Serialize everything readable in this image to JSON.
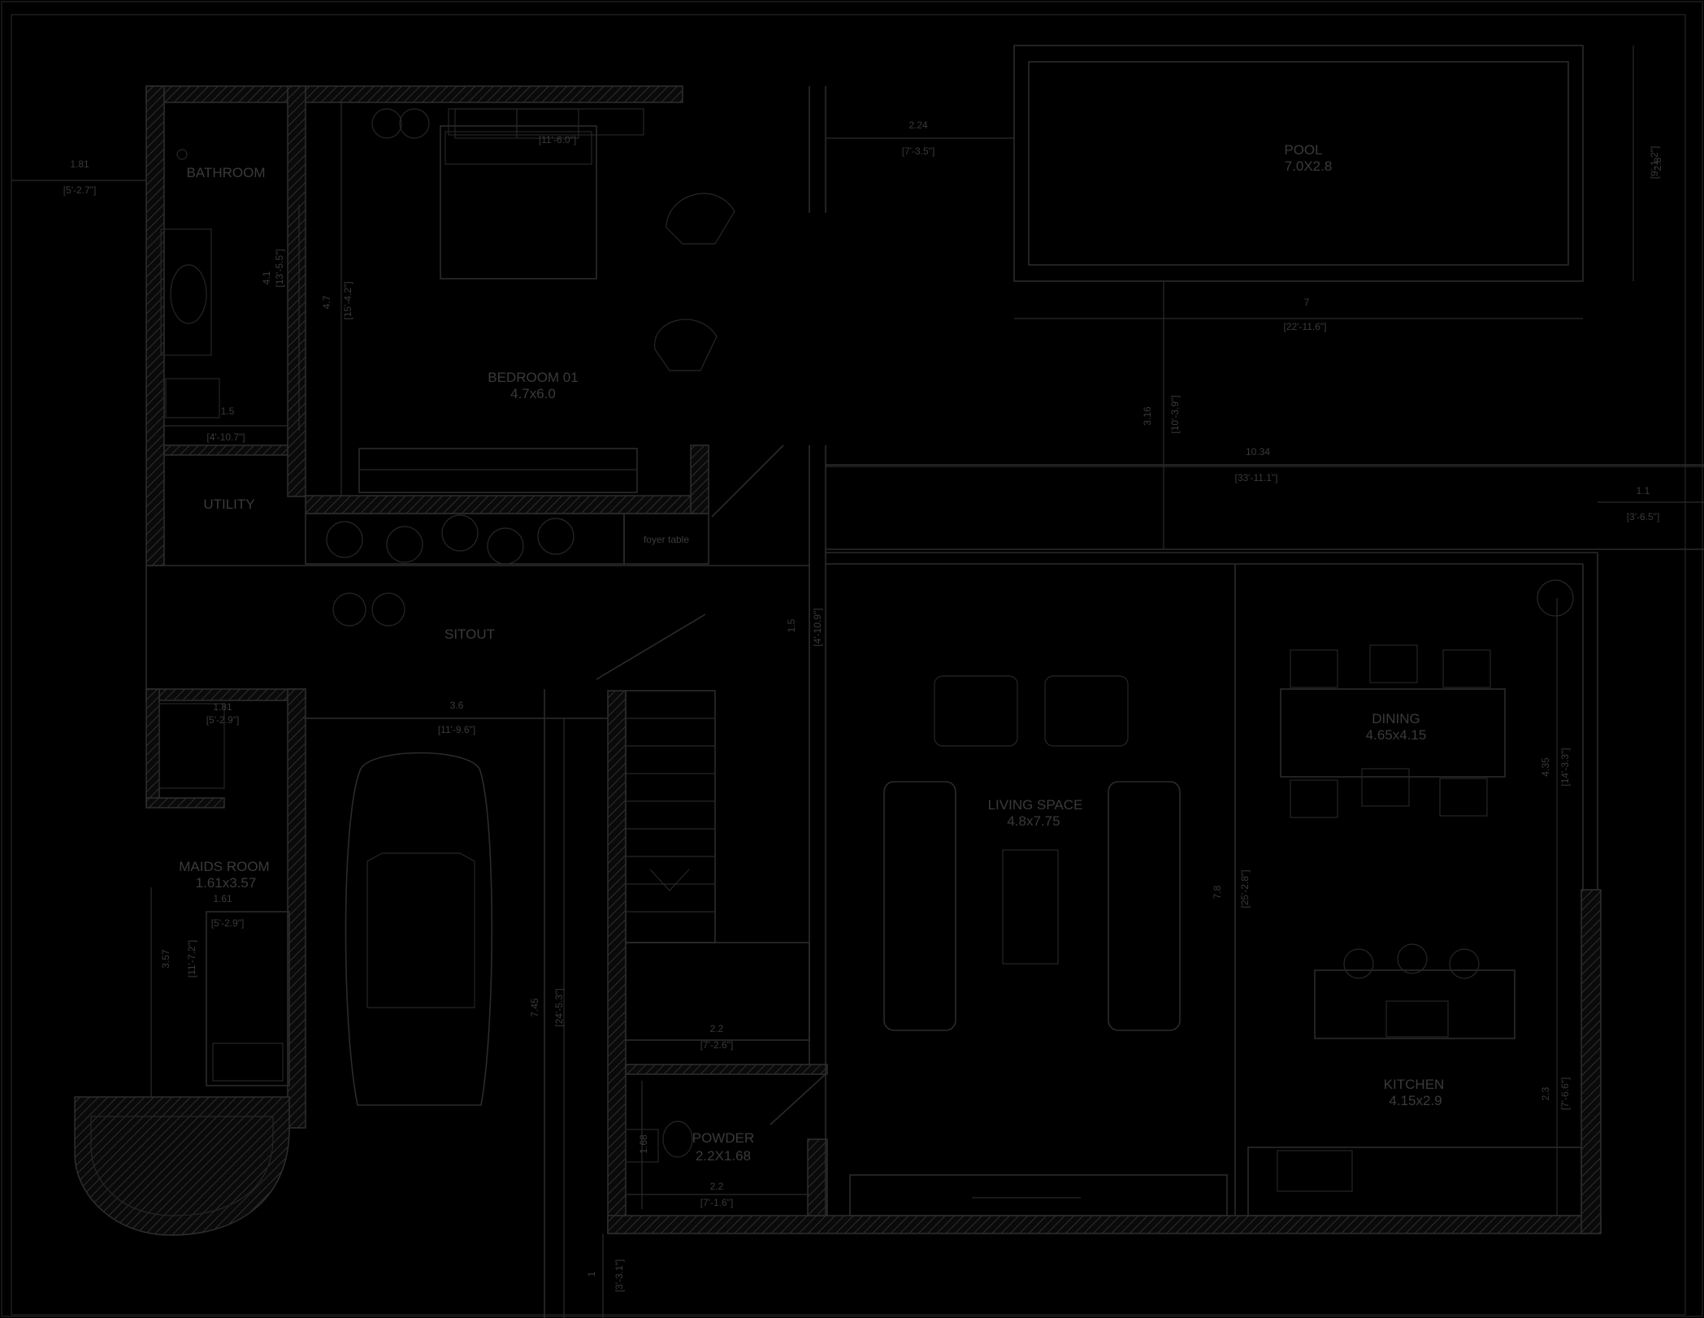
{
  "rooms": {
    "bathroom": "BATHROOM",
    "utility": "UTILITY",
    "bedroom": "BEDROOM 01",
    "bedroom_size": "4.7x6.0",
    "pool": "POOL",
    "pool_size": "7.0X2.8",
    "sitout": "SITOUT",
    "foyer": "foyer table",
    "maids": "MAIDS ROOM",
    "maids_size": "1.61x3.57",
    "maids_sub": "1.61",
    "living": "LIVING SPACE",
    "living_size": "4.8x7.75",
    "dining": "DINING",
    "dining_size": "4.65x4.15",
    "kitchen": "KITCHEN",
    "kitchen_size": "4.15x2.9",
    "powder": "POWDER",
    "powder_size": "2.2X1.68"
  },
  "dims": {
    "d_181": "1.81",
    "d_527": "[5'-2.7\"]",
    "d_224": "2.24",
    "d_735": "[7'-3.5\"]",
    "d_1164": "[11'-6.0\"]",
    "d_41": "4.1",
    "d_1356": "[13'-5.5\"]",
    "d_47": "4.7",
    "d_1542": "[15'-4.2\"]",
    "d_15": "1.5",
    "d_4107": "[4'-10.7\"]",
    "d_28": "2.8",
    "d_912": "[9'-1.2\"]",
    "d_7": "7",
    "d_2298": "[22'-11.6\"]",
    "d_316": "3.16",
    "d_1037": "[10'-3.9\"]",
    "d_1034": "10.34",
    "d_3374": "[33'-11.1\"]",
    "d_11": "1.1",
    "d_363": "[3'-6.5\"]",
    "d_15b": "1.5",
    "d_4109": "[4'-10.9\"]",
    "d_181b": "1.81",
    "d_527b": "[5'-2.9\"]",
    "d_36": "3.6",
    "d_1184": "[11'-9.6\"]",
    "d_357": "3.57",
    "d_1172": "[11'-7.2\"]",
    "d_161": "[5'-2.9\"]",
    "d_745": "7.45",
    "d_2446": "[24'-5.3\"]",
    "d_22": "2.2",
    "d_722": "[7'-2.6\"]",
    "d_168": "1.68",
    "d_22b": "2.2",
    "d_714": "[7'-1.6\"]",
    "d_1": "1",
    "d_331": "[3'-3.1\"]",
    "d_78": "7.8",
    "d_2528": "[25'-2.8\"]",
    "d_435": "4.35",
    "d_1433": "[14'-3.3\"]",
    "d_23": "2.3",
    "d_79": "[7'-6.6\"]"
  }
}
